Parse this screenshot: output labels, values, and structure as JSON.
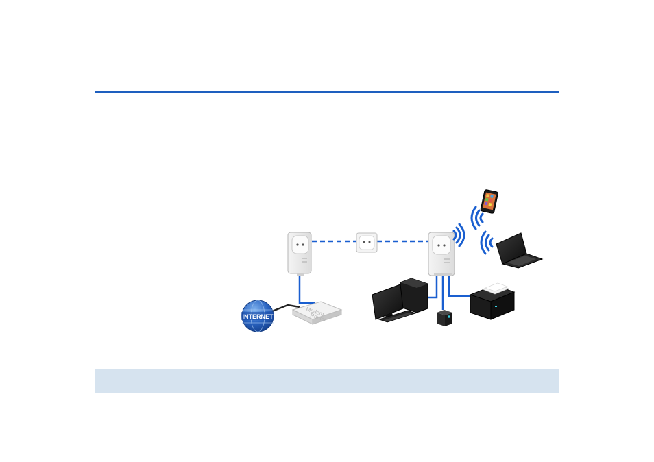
{
  "diagram": {
    "internet_label": "INTERNET",
    "router_label_line1": "Modem",
    "router_label_line2": "Router"
  },
  "colors": {
    "rule": "#1e5fbf",
    "link": "#1a5fd0",
    "note_bar": "#d6e3ef",
    "wifi": "#1a5fd0"
  },
  "icons": [
    "internet-globe-icon",
    "modem-router-icon",
    "powerline-adapter-icon",
    "wall-socket-icon",
    "wifi-powerline-adapter-icon",
    "wifi-signal-icon",
    "smartphone-icon",
    "laptop-icon",
    "desktop-computer-icon",
    "network-storage-icon",
    "printer-icon"
  ]
}
